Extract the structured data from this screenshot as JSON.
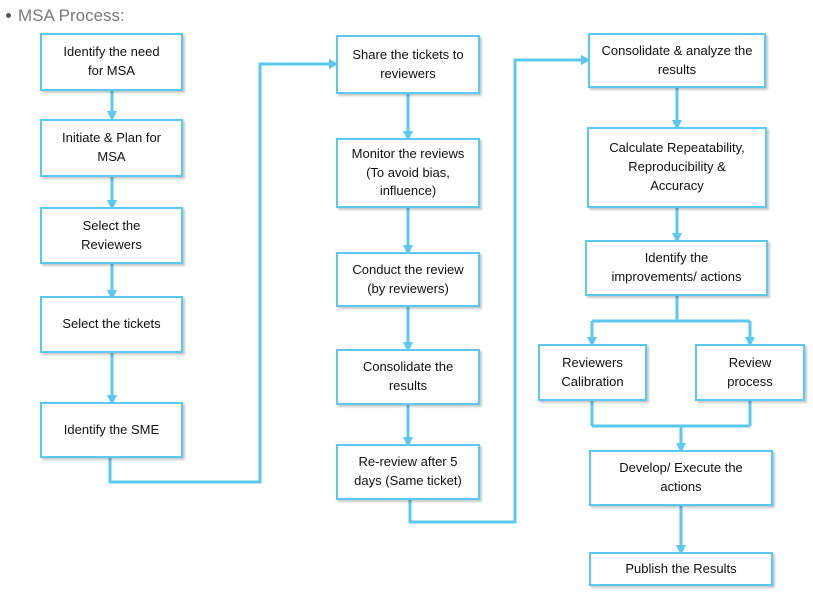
{
  "title": "MSA Process:",
  "steps": {
    "identify_need": "Identify the need\nfor MSA",
    "initiate_plan": "Initiate & Plan for\nMSA",
    "select_reviewers": "Select the\nReviewers",
    "select_tickets": "Select the tickets",
    "identify_sme": "Identify the SME",
    "share_tickets": "Share the tickets to\nreviewers",
    "monitor_reviews": "Monitor the reviews\n(To avoid bias,\ninfluence)",
    "conduct_review": "Conduct the review\n(by reviewers)",
    "consolidate_results_1": "Consolidate the\nresults",
    "re_review": "Re-review after 5\ndays (Same ticket)",
    "consolidate_analyze": "Consolidate & analyze the\nresults",
    "calculate_rra": "Calculate Repeatability,\nReproducibility &\nAccuracy",
    "identify_improvements": "Identify the\nimprovements/ actions",
    "reviewers_calibration": "Reviewers\nCalibration",
    "review_process": "Review\nprocess",
    "develop_execute": "Develop/ Execute the\nactions",
    "publish_results": "Publish the Results"
  }
}
